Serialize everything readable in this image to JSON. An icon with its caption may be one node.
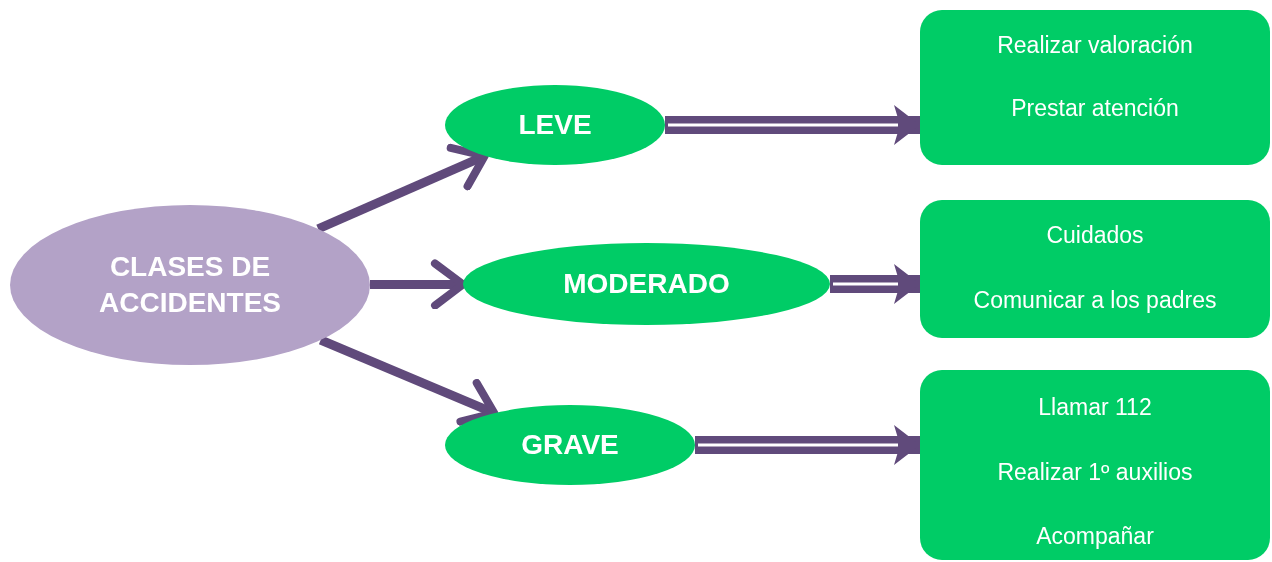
{
  "diagram": {
    "nodes": [
      {
        "text": [
          "CLASES DE ACCIDENTES"
        ]
      },
      {
        "text": [
          "LEVE"
        ]
      },
      {
        "text": [
          "Realizar valoración",
          "Prestar atención"
        ]
      },
      {
        "text": [
          "MODERADO"
        ]
      },
      {
        "text": [
          "Cuidados",
          "Comunicar a los padres"
        ]
      },
      {
        "text": [
          "GRAVE"
        ]
      },
      {
        "text": [
          "Llamar 112",
          "Realizar 1º auxilios",
          "Acompañar"
        ]
      }
    ],
    "edges": [
      {
        "from": 0,
        "to": 1,
        "arrow": "to"
      },
      {
        "from": 0,
        "to": 3,
        "arrow": "to"
      },
      {
        "from": 0,
        "to": 5,
        "arrow": "to"
      },
      {
        "from": 1,
        "to": 2,
        "arrow": "to",
        "style": "thick"
      },
      {
        "from": 3,
        "to": 4,
        "arrow": "to",
        "style": "thick"
      },
      {
        "from": 5,
        "to": 6,
        "arrow": "to",
        "style": "thick"
      }
    ]
  }
}
